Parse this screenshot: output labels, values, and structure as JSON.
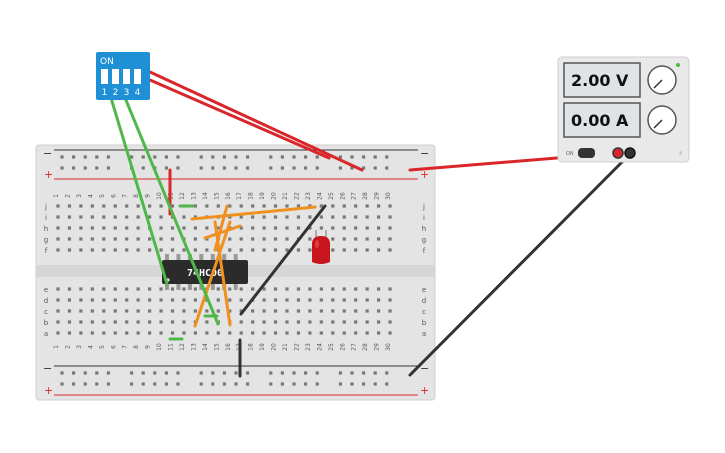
{
  "dip_switch": {
    "on_label": "ON",
    "switch_numbers": [
      "1",
      "2",
      "3",
      "4"
    ]
  },
  "power_supply": {
    "voltage_display": "2.00 V",
    "current_display": "0.00 A",
    "on_label": "ON"
  },
  "chip": {
    "label": "74HC00"
  },
  "breadboard": {
    "rail_plus": "+",
    "rail_minus": "−",
    "top_rows": [
      "j",
      "i",
      "h",
      "g",
      "f"
    ],
    "bottom_rows": [
      "e",
      "d",
      "c",
      "b",
      "a"
    ],
    "column_numbers": [
      "1",
      "2",
      "3",
      "4",
      "5",
      "6",
      "7",
      "8",
      "9",
      "10",
      "11",
      "12",
      "13",
      "14",
      "15",
      "16",
      "17",
      "18",
      "19",
      "20",
      "21",
      "22",
      "23",
      "24",
      "25",
      "26",
      "27",
      "28",
      "29",
      "30"
    ]
  },
  "colors": {
    "board": "#e6e6e6",
    "dip_body": "#1f8fd6",
    "wire_red": "#d9262a",
    "wire_green": "#4fb848",
    "wire_orange": "#f0901e",
    "wire_black": "#333333",
    "chip": "#2b2b2b",
    "led": "#c8151d",
    "lcd": "#dfe3e6"
  }
}
